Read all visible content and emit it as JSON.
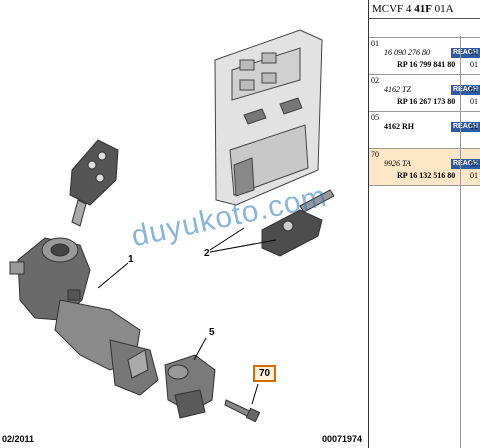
{
  "header": {
    "code_prefix": "MCVF 4",
    "code_bold": "41F",
    "code_suffix": "01A"
  },
  "illustration": {
    "watermark": "duyukoto.com",
    "callouts": [
      {
        "id": "1",
        "boxed": false
      },
      {
        "id": "2",
        "boxed": false
      },
      {
        "id": "5",
        "boxed": false
      },
      {
        "id": "70",
        "boxed": true
      }
    ],
    "footer_date": "02/2011",
    "footer_ref": "00071974",
    "highlight_color": "#d46a00"
  },
  "parts": [
    {
      "index": "01",
      "highlight": false,
      "line1": {
        "text": "16 090 276 80",
        "italic": true,
        "badge": "REACH",
        "qty": "01"
      },
      "line2": {
        "text": "RP 16 799 841 80",
        "bold": true,
        "qty": "01"
      }
    },
    {
      "index": "02",
      "highlight": false,
      "line1": {
        "text": "4162 TZ",
        "italic": true,
        "badge": "REACH",
        "qty": "01"
      },
      "line2": {
        "text": "RP 16 267 173 80",
        "bold": true,
        "qty": "01"
      }
    },
    {
      "index": "05",
      "highlight": false,
      "line1": {
        "text": "4162 RH",
        "italic": false,
        "badge": "REACH",
        "qty": "01"
      },
      "line2": {
        "text": "",
        "bold": false,
        "qty": ""
      }
    },
    {
      "index": "70",
      "highlight": true,
      "line1": {
        "text": "9926 TA",
        "italic": true,
        "badge": "REACH",
        "qty": "02"
      },
      "line2": {
        "text": "RP 16 132 516 80",
        "bold": true,
        "qty": "01"
      }
    }
  ],
  "colors": {
    "badge_bg": "#2d5aa5",
    "row_highlight": "#fde7c6",
    "callout_border": "#d46a00"
  }
}
